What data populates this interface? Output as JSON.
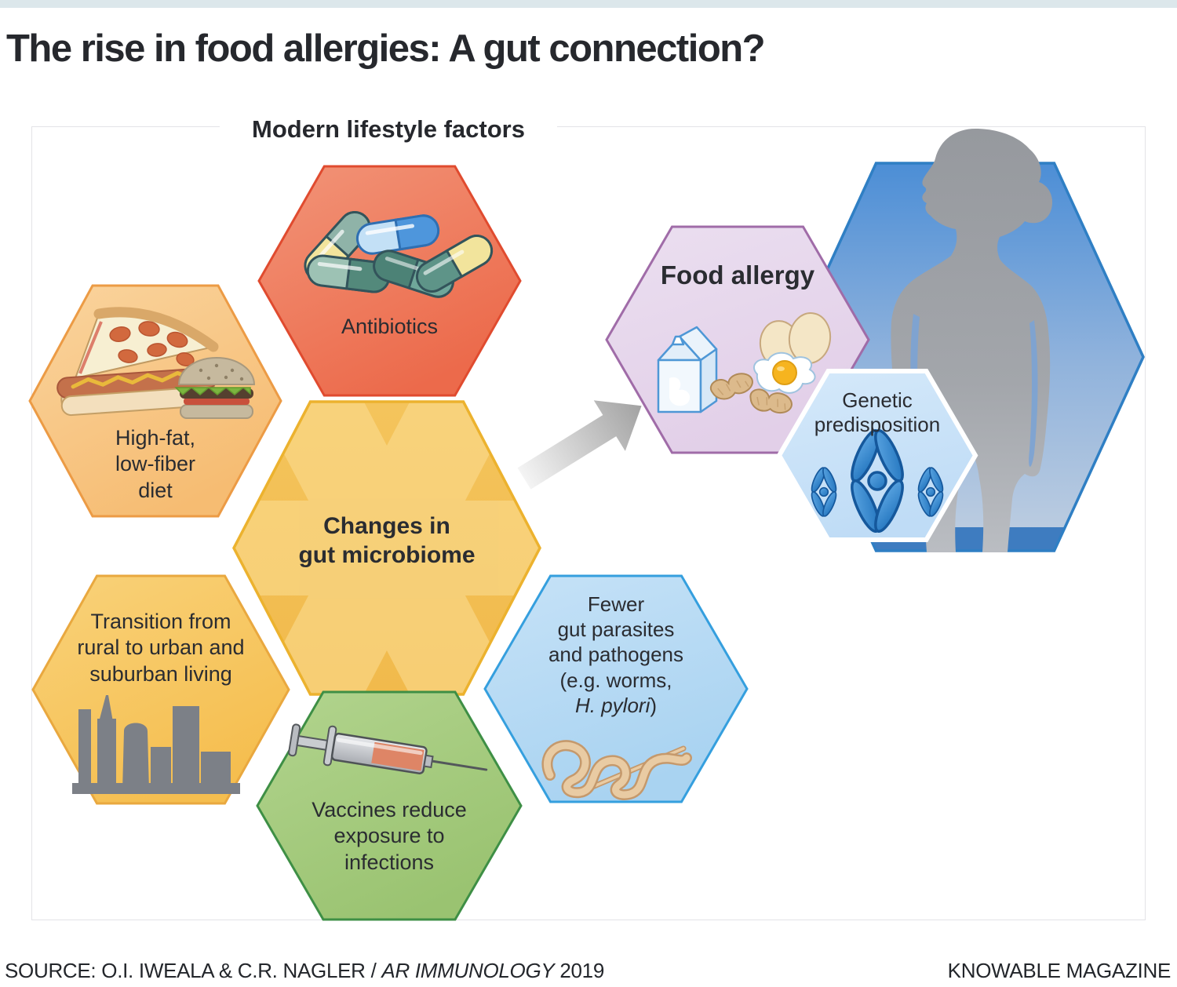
{
  "title": "The rise in food allergies: A gut connection?",
  "diagram": {
    "section_label": "Modern lifestyle factors",
    "hexagons": {
      "antibiotics": {
        "label": "Antibiotics"
      },
      "high_fat": {
        "label": "High-fat,\nlow-fiber\ndiet"
      },
      "gut_microbiome": {
        "label": "Changes in\ngut microbiome"
      },
      "transition": {
        "label": "Transition from\nrural to urban and\nsuburban living"
      },
      "vaccines": {
        "label": "Vaccines reduce\nexposure to\ninfections"
      },
      "parasites": {
        "label_lines": "Fewer\ngut parasites\nand pathogens\n(e.g. worms,",
        "species_italic": "H. pylori",
        "suffix": ")"
      },
      "food_allergy": {
        "label": "Food allergy"
      },
      "genetic": {
        "label": "Genetic\npredisposition"
      }
    },
    "colors": {
      "antibiotics": {
        "top": "#F29478",
        "bottom": "#EC6A4B",
        "border": "#E04B2F"
      },
      "high_fat": {
        "top": "#FAD49E",
        "bottom": "#F6BC72",
        "border": "#EC9B45"
      },
      "gut_microbiome": {
        "top": "#F4C45C",
        "bottom": "#F1BA4C",
        "border": "#ECB22E",
        "pattern": "#FBDE96"
      },
      "transition": {
        "top": "#F9D27A",
        "bottom": "#F5BE4F",
        "border": "#E9A83F"
      },
      "vaccines": {
        "top": "#B2D48E",
        "bottom": "#9AC371",
        "border": "#3E8F45"
      },
      "parasites": {
        "top": "#C6E2F7",
        "bottom": "#A9D3F1",
        "border": "#359FDE"
      },
      "food_allergy": {
        "top": "#EBDFF0",
        "bottom": "#E2CFE8",
        "border": "#A06CA8"
      },
      "genetic": {
        "top": "#D5E9FA",
        "bottom": "#BFDCF6",
        "border": "#FFFFFF"
      },
      "body_hex": {
        "top": "#4C8ED6",
        "mid": "#8FB2DC",
        "bottom": "#C0CFE1",
        "rim": "#3E7CC0",
        "border": "#2F7FC4"
      },
      "silhouette": "#9B9EA3",
      "arrow_dark": "#A2A2A2"
    }
  },
  "footer": {
    "source_prefix": "SOURCE: O.I. IWEALA & C.R. NAGLER / ",
    "source_journal": "AR IMMUNOLOGY",
    "source_year": " 2019",
    "brand": "KNOWABLE MAGAZINE"
  }
}
